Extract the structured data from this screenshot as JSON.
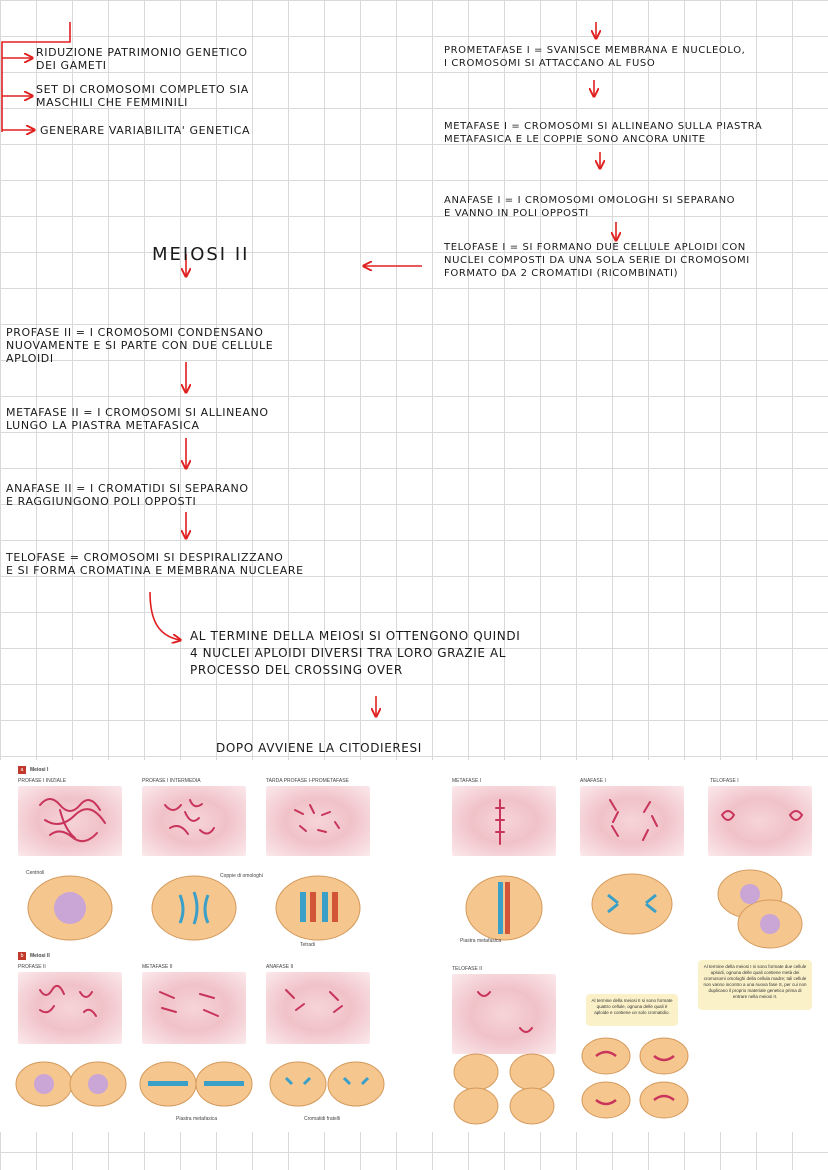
{
  "notes": {
    "top_left": [
      "RIDUZIONE PATRIMONIO GENETICO",
      "DEI GAMETI",
      "SET DI CROMOSOMI COMPLETO SIA",
      "MASCHILI CHE FEMMINILI",
      "GENERARE VARIABILITA' GENETICA"
    ],
    "prometafase": [
      "PROMETAFASE I = SVANISCE MEMBRANA E NUCLEOLO,",
      "I CROMOSOMI SI ATTACCANO AL FUSO"
    ],
    "metafase1": [
      "METAFASE I = CROMOSOMI SI ALLINEANO SULLA PIASTRA",
      "METAFASICA E LE COPPIE SONO ANCORA UNITE"
    ],
    "anafase1": [
      "ANAFASE I = I CROMOSOMI OMOLOGHI SI SEPARANO",
      "E VANNO IN POLI OPPOSTI"
    ],
    "telofase1": [
      "TELOFASE I = SI FORMANO DUE CELLULE APLOIDI CON",
      "NUCLEI COMPOSTI DA UNA SOLA SERIE DI CROMOSOMI",
      "FORMATO DA 2 CROMATIDI (RICOMBINATI)"
    ],
    "meiosi2_title": "MEIOSI II",
    "profase2": [
      "PROFASE II = I CROMOSOMI CONDENSANO",
      "NUOVAMENTE E SI PARTE CON DUE CELLULE",
      "APLOIDI"
    ],
    "metafase2": [
      "METAFASE II = I CROMOSOMI SI ALLINEANO",
      "LUNGO LA PIASTRA METAFASICA"
    ],
    "anafase2": [
      "ANAFASE II = I CROMATIDI SI SEPARANO",
      "E RAGGIUNGONO POLI OPPOSTI"
    ],
    "telofase2": [
      "TELOFASE = CROMOSOMI SI DESPIRALIZZANO",
      "E SI FORMA CROMATINA E MEMBRANA NUCLEARE"
    ],
    "conclusione": [
      "AL TERMINE DELLA MEIOSI SI OTTENGONO QUINDI",
      "4 NUCLEI APLOIDI DIVERSI TRA LORO GRAZIE AL",
      "PROCESSO DEL CROSSING OVER"
    ],
    "citodieresi": "DOPO AVVIENE LA CITODIERESI"
  },
  "figure": {
    "meiosi1_badge": "a",
    "meiosi1_title": "Meiosi I",
    "meiosi2_badge": "b",
    "meiosi2_title": "Meiosi II",
    "stages_row1": [
      "PROFASE I INIZIALE",
      "PROFASE I INTERMEDIA",
      "TARDA PROFASE I-PROMETAFASE",
      "METAFASE I",
      "ANAFASE I",
      "TELOFASE I"
    ],
    "stages_row2": [
      "PROFASE II",
      "METAFASE II",
      "ANAFASE II",
      "TELOFASE II"
    ],
    "labels": {
      "centrioli": "Centrioli",
      "coppie": "Coppie di omologhi",
      "tetradi": "Tetradi",
      "piastra1": "Piastra metafasica",
      "piastra2": "Piastra metafasica",
      "cromatidi": "Cromatidi fratelli"
    },
    "note_telofase1": "Al termine della meiosi I si sono formate due cellule aploidi, ognuna delle quali contiene metà dei cromosomi omologhi della cellula madre; tali cellule non vanno incontro a una nuova fase S, per cui non duplicano il proprio materiale genetico prima di entrare nella meiosi II.",
    "note_telofase2": "Al termine della meiosi II si sono formate quattro cellule, ognuna delle quali è aploide e contiene un solo cromatidio."
  },
  "colors": {
    "arrow": "#e02020",
    "ink": "#1a1a1a",
    "chromosome": "#c8345a",
    "cell": "#f3c38c"
  }
}
